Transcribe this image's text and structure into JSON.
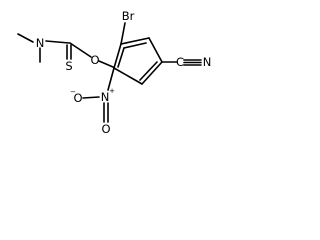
{
  "molecule": {
    "atoms": {
      "bromine": "Br",
      "amine_nitrogen": "N",
      "thione_sulfur": "S",
      "ester_oxygen": "O",
      "nitrile_carbon": "C",
      "nitrile_nitrogen": "N",
      "nitro_nitrogen": "N",
      "nitro_charge_plus": "+",
      "nitro_oxygen_upper": "O",
      "nitro_charge_minus": "−",
      "nitro_oxygen_lower": "O"
    },
    "colors": {
      "bond": "#000000",
      "label": "#000000",
      "background": "#ffffff"
    }
  }
}
